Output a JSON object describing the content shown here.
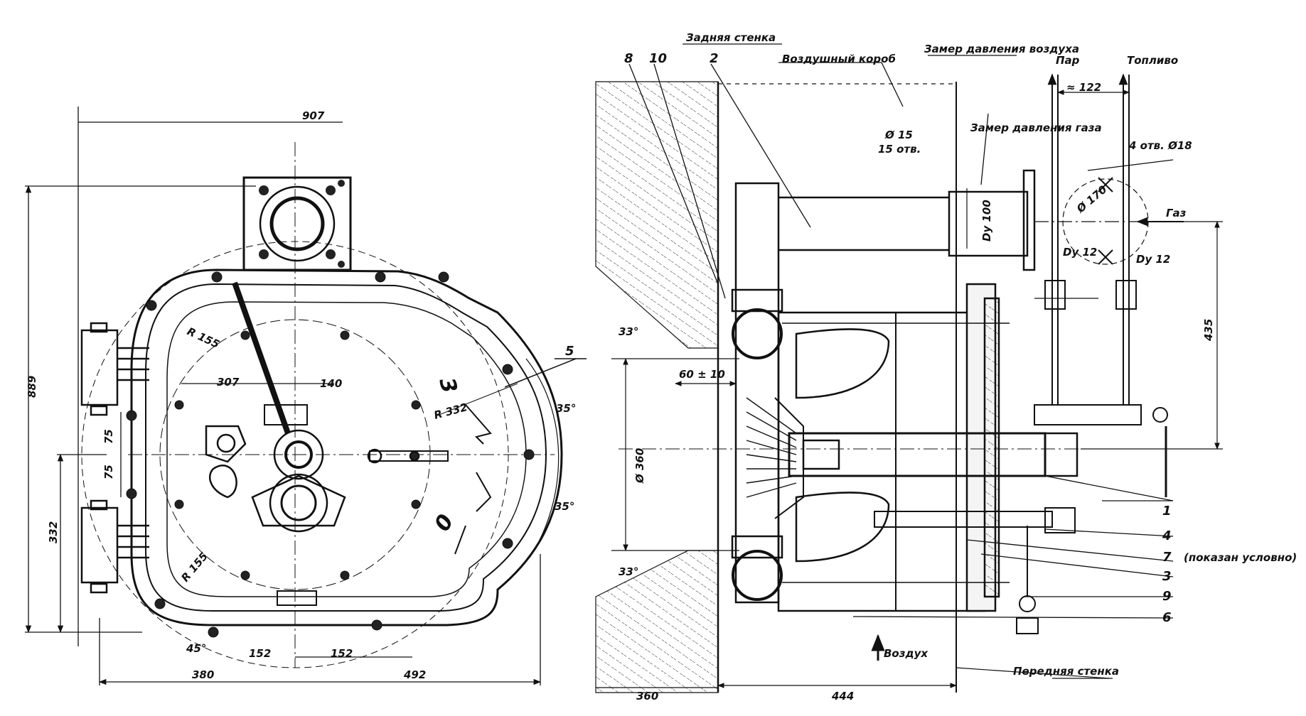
{
  "front_view": {
    "dims": {
      "width_total": "907",
      "height_total": "889",
      "r_top": "R 155",
      "r_bottom": "R 155",
      "d307": "307",
      "d140": "140",
      "r332": "R 332",
      "ang35a": "35°",
      "ang35b": "35°",
      "d75a": "75",
      "d75b": "75",
      "d332": "332",
      "ang45": "45°",
      "d152a": "152",
      "d152b": "152",
      "d380": "380",
      "d492": "492"
    },
    "scale_marks": {
      "mark_3": "3",
      "mark_0": "0"
    },
    "callout_5": "5"
  },
  "section_view": {
    "labels": {
      "rear_wall": "Задняя стенка",
      "air_box": "Воздушный короб",
      "air_pressure": "Замер давления воздуха",
      "gas_pressure": "Замер давления газа",
      "steam": "Пар",
      "fuel": "Топливо",
      "gas": "Газ",
      "air": "Воздух",
      "front_wall": "Передняя стенка",
      "shown_conditionally": "(показан условно)"
    },
    "dims": {
      "d122": "≈ 122",
      "d15": "Ø 15",
      "holes15": "15 отв.",
      "holes18": "4 отв. Ø18",
      "d170": "Ø 170",
      "dy100": "Dy 100",
      "dy12a": "Dy 12",
      "dy12b": "Dy 12",
      "d435": "435",
      "ang33a": "33°",
      "ang33b": "33°",
      "d60": "60 ± 10",
      "d360v": "Ø 360",
      "d360h": "360",
      "d444": "444"
    },
    "callouts": {
      "c8": "8",
      "c10": "10",
      "c2": "2",
      "c1": "1",
      "c4": "4",
      "c7": "7",
      "c3": "3",
      "c9": "9",
      "c6": "6"
    }
  }
}
